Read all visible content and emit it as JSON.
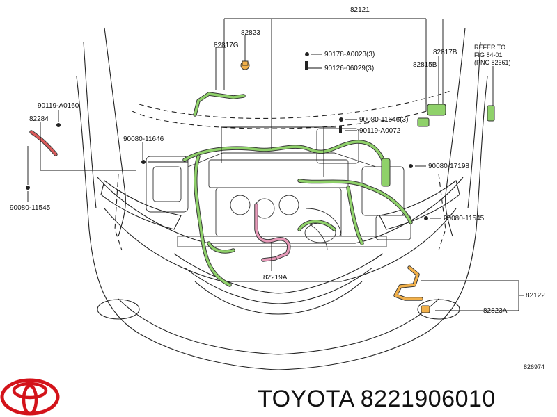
{
  "diagram": {
    "part_labels": {
      "p82121": "82121",
      "p82823": "82823",
      "p82817G": "82817G",
      "p82817B": "82817B",
      "p82815B": "82815B",
      "p90178": "90178-A0023(3)",
      "p90126": "90126-06029(3)",
      "p90119_left": "90119-A0160",
      "p82284": "82284",
      "p90080_11646_left": "90080-11646",
      "p90080_11545_left": "90080-11545",
      "p90080_11646_center": "90080-11646(3)",
      "p90119_center": "90119-A0072",
      "p90080_17198": "90080-17198",
      "p90080_11545_right": "90080-11545",
      "p82219A": "82219A",
      "p82122": "82122",
      "p82823A": "82823A"
    },
    "refer_note": [
      "REFER TO",
      "FIG 84-01",
      "(PNC 82661)"
    ],
    "figure_code": "826974"
  },
  "footer": {
    "brand_text": "TOYOTA 8221906010",
    "logo_color": "#d3131a"
  },
  "colors": {
    "harness_green": "#8fd16a",
    "harness_pink": "#e79ab9",
    "harness_red": "#d95a5a",
    "harness_orange": "#f1b04a"
  }
}
